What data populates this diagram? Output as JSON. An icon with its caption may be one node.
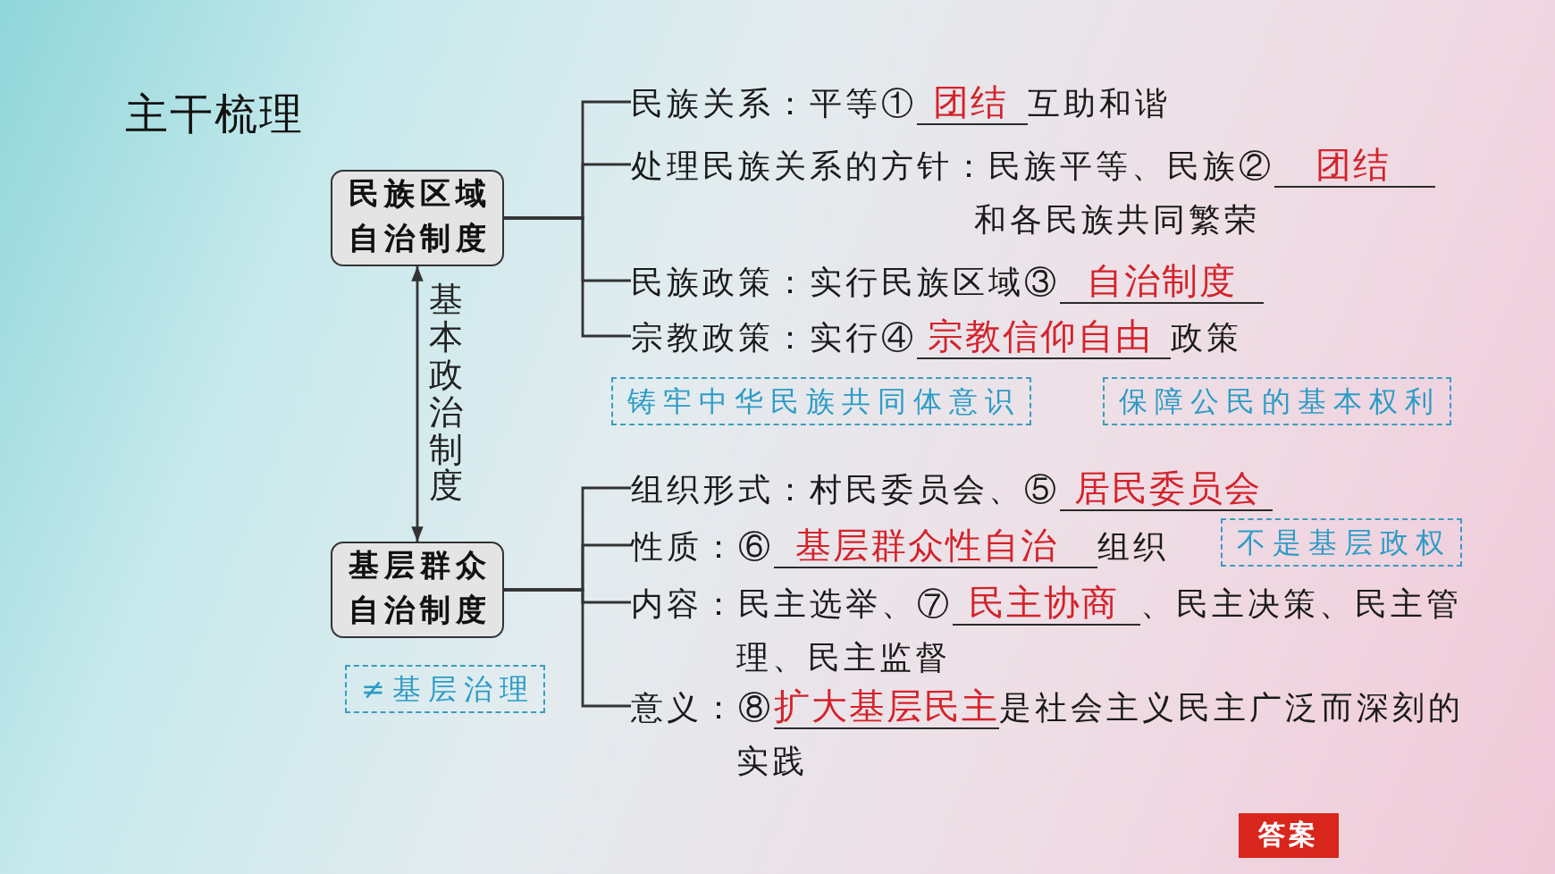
{
  "diagram": {
    "title": "主干梳理",
    "nodes": [
      {
        "text": [
          "民族区域自治制度"
        ]
      },
      {
        "text": [
          "民族关系：平等①",
          "团结",
          "互助和谐"
        ]
      },
      {
        "text": [
          "处理民族关系的方针：民族平等、民族②",
          "团结",
          "和各民族共同繁荣"
        ]
      },
      {
        "text": [
          "民族政策：实行民族区域③",
          "自治制度"
        ]
      },
      {
        "text": [
          "宗教政策：实行④",
          "宗教信仰自由",
          "政策"
        ]
      },
      {
        "text": [
          "铸牢中华民族共同体意识"
        ]
      },
      {
        "text": [
          "保障公民的基本权利"
        ]
      },
      {
        "text": [
          "基层群众自治制度"
        ]
      },
      {
        "text": [
          "组织形式：村民委员会、⑤",
          "居民委员会"
        ]
      },
      {
        "text": [
          "性质：⑥",
          "基层群众性自治",
          "组织"
        ]
      },
      {
        "text": [
          "不是基层政权"
        ]
      },
      {
        "text": [
          "内容：民主选举、⑦",
          "民主协商",
          "、民主决策、民主管理、民主监督"
        ]
      },
      {
        "text": [
          "意义：⑧",
          "扩大基层民主",
          "是社会主义民主广泛而深刻的实践"
        ]
      },
      {
        "text": [
          "≠基层治理"
        ]
      },
      {
        "text": [
          "答案"
        ]
      }
    ],
    "edges": [
      {
        "from": 0,
        "to": 7,
        "arrow": "both",
        "label": "基本政治制度"
      },
      {
        "from": 0,
        "to": 1,
        "arrow": "none"
      },
      {
        "from": 0,
        "to": 2,
        "arrow": "none"
      },
      {
        "from": 0,
        "to": 3,
        "arrow": "none"
      },
      {
        "from": 0,
        "to": 4,
        "arrow": "none"
      },
      {
        "from": 7,
        "to": 8,
        "arrow": "none"
      },
      {
        "from": 7,
        "to": 9,
        "arrow": "none"
      },
      {
        "from": 7,
        "to": 11,
        "arrow": "none"
      },
      {
        "from": 7,
        "to": 12,
        "arrow": "none"
      }
    ]
  }
}
